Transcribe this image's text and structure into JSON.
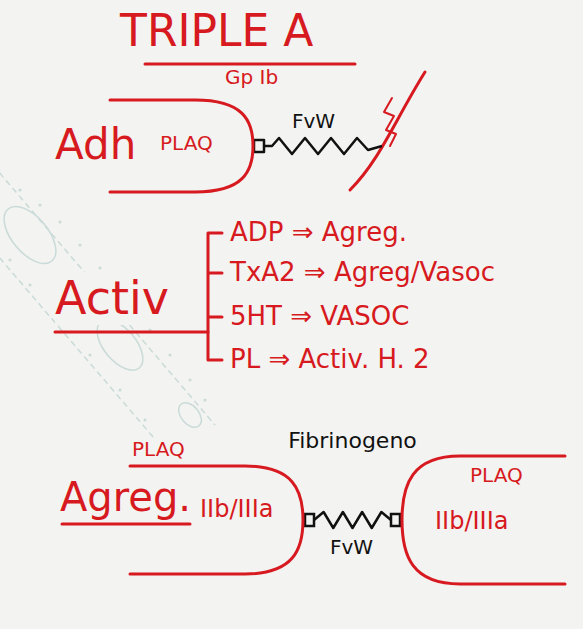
{
  "diagram": {
    "title": "TRIPLE A",
    "nodes": [
      {
        "text": [
          "Adh",
          "PLAQ"
        ]
      },
      {
        "text": [
          "PLAQ",
          "Agreg.",
          "IIb/IIIa"
        ]
      },
      {
        "text": [
          "PLAQ",
          "IIb/IIIa"
        ]
      }
    ],
    "edges": [
      {
        "from": 1,
        "to": 2,
        "arrow": "none",
        "label": "Fibrinogeno"
      }
    ],
    "labels": [
      "Gp Ib",
      "FvW",
      "Activ",
      "ADP ⇒ Agreg.",
      "TxA2 ⇒ Agreg/Vasoc",
      "5HT ⇒ VASOC",
      "PL ⇒ Activ. H. 2",
      "FvW"
    ]
  }
}
